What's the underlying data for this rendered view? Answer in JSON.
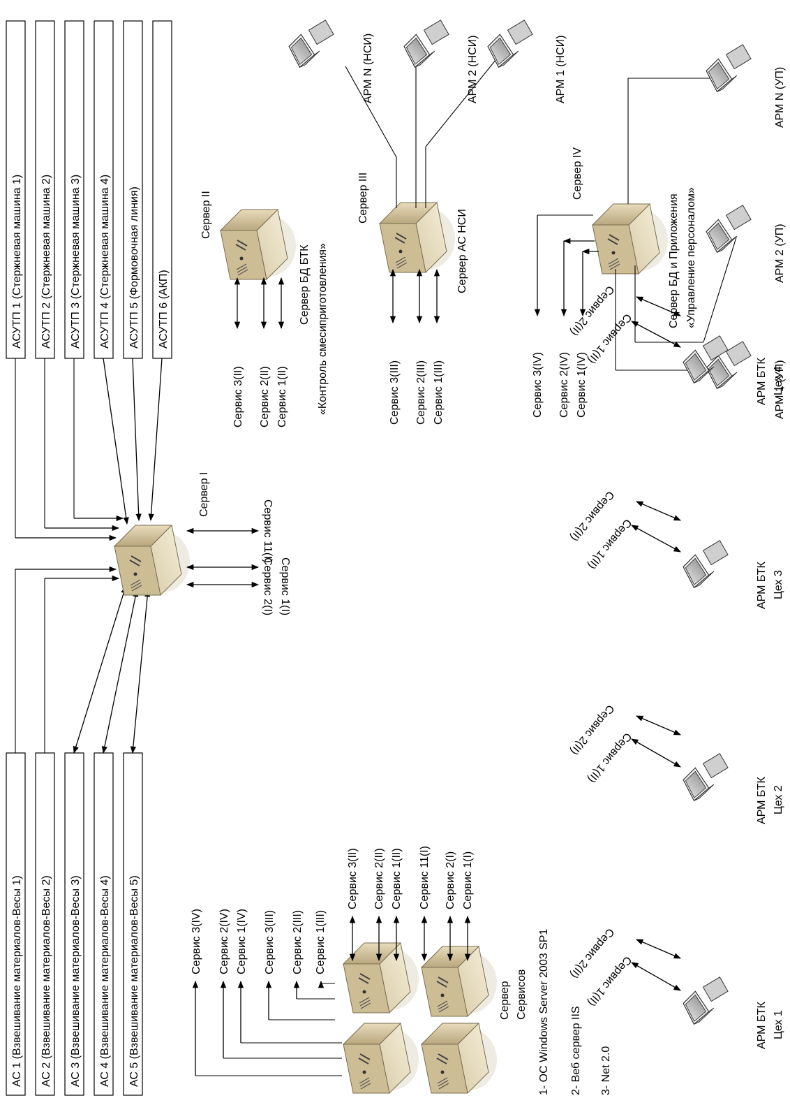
{
  "asutp": [
    "АСУТП 1 (Стержневая машина 1)",
    "АСУТП 2 (Стержневая машина 2)",
    "АСУТП 3 (Стержневая машина 3)",
    "АСУТП 4 (Стержневая машина 4)",
    "АСУТП 5 (Формовочная линия)",
    "АСУТП 6 (АКП)"
  ],
  "as": [
    "АС 1 (Взвешивание материалов-Весы 1)",
    "АС 2 (Взвешивание материалов-Весы 2)",
    "АС 3 (Взвешивание материалов-Весы 3)",
    "АС 4 (Взвешивание материалов-Весы 4)",
    "АС 5 (Взвешивание материалов-Весы 5)"
  ],
  "server1": {
    "label": "Сервер I",
    "services": [
      "Сервис 11(I)",
      "Сервис 2(I)",
      "Сервис 1(I)"
    ]
  },
  "server2": {
    "label": "Сервер II",
    "caption1": "Сервер БД БТК",
    "caption2": "«Контроль смесиприготовления»",
    "services": [
      "Сервис 3(II)",
      "Сервис 2(II)",
      "Сервис 1(II)"
    ]
  },
  "server3": {
    "label": "Сервер III",
    "caption": "Сервер АС НСИ",
    "services": [
      "Сервис 3(III)",
      "Сервис 2(III)",
      "Сервис 1(III)"
    ],
    "arms": [
      "АРМ N (НСИ)",
      "АРМ 2 (НСИ)",
      "АРМ 1 (НСИ)"
    ]
  },
  "server4": {
    "label": "Сервер IV",
    "caption1": "Сервер БД и Приложения",
    "caption2": "«Управление персоналом»",
    "services": [
      "Сервис 3(IV)",
      "Сервис 2(IV)",
      "Сервис 1(IV)"
    ],
    "arms": [
      "АРМ N (УП)",
      "АРМ 2 (УП)",
      "АРМ 1 (УП)"
    ]
  },
  "services_server": {
    "label1": "Сервер",
    "label2": "Сервисов",
    "services": [
      "Сервис 3(IV)",
      "Сервис 2(IV)",
      "Сервис 1(IV)",
      "Сервис 3(III)",
      "Сервис 2(III)",
      "Сервис 1(III)",
      "Сервис 3(II)",
      "Сервис 2(II)",
      "Сервис 1(II)",
      "Сервис 11(I)",
      "Сервис 2(I)",
      "Сервис 1(I)"
    ]
  },
  "workshops": [
    {
      "line1": "АРМ БТК",
      "line2": "Цех 1",
      "svc1": "Сервис 1(II)",
      "svc2": "Сервис 2(II)"
    },
    {
      "line1": "АРМ БТК",
      "line2": "Цех 2",
      "svc1": "Сервис 1(II)",
      "svc2": "Сервис 2(II)"
    },
    {
      "line1": "АРМ БТК",
      "line2": "Цех 3",
      "svc1": "Сервис 1(II)",
      "svc2": "Сервис 2(II)"
    },
    {
      "line1": "АРМ БТК",
      "line2": "Цех 4",
      "svc1": "Сервис 1(II)",
      "svc2": "Сервис 2(II)"
    }
  ],
  "notes": [
    "1- ОС Windows Server 2003 SP1",
    "2- Веб сервер IIS",
    "3- Net 2.0"
  ]
}
